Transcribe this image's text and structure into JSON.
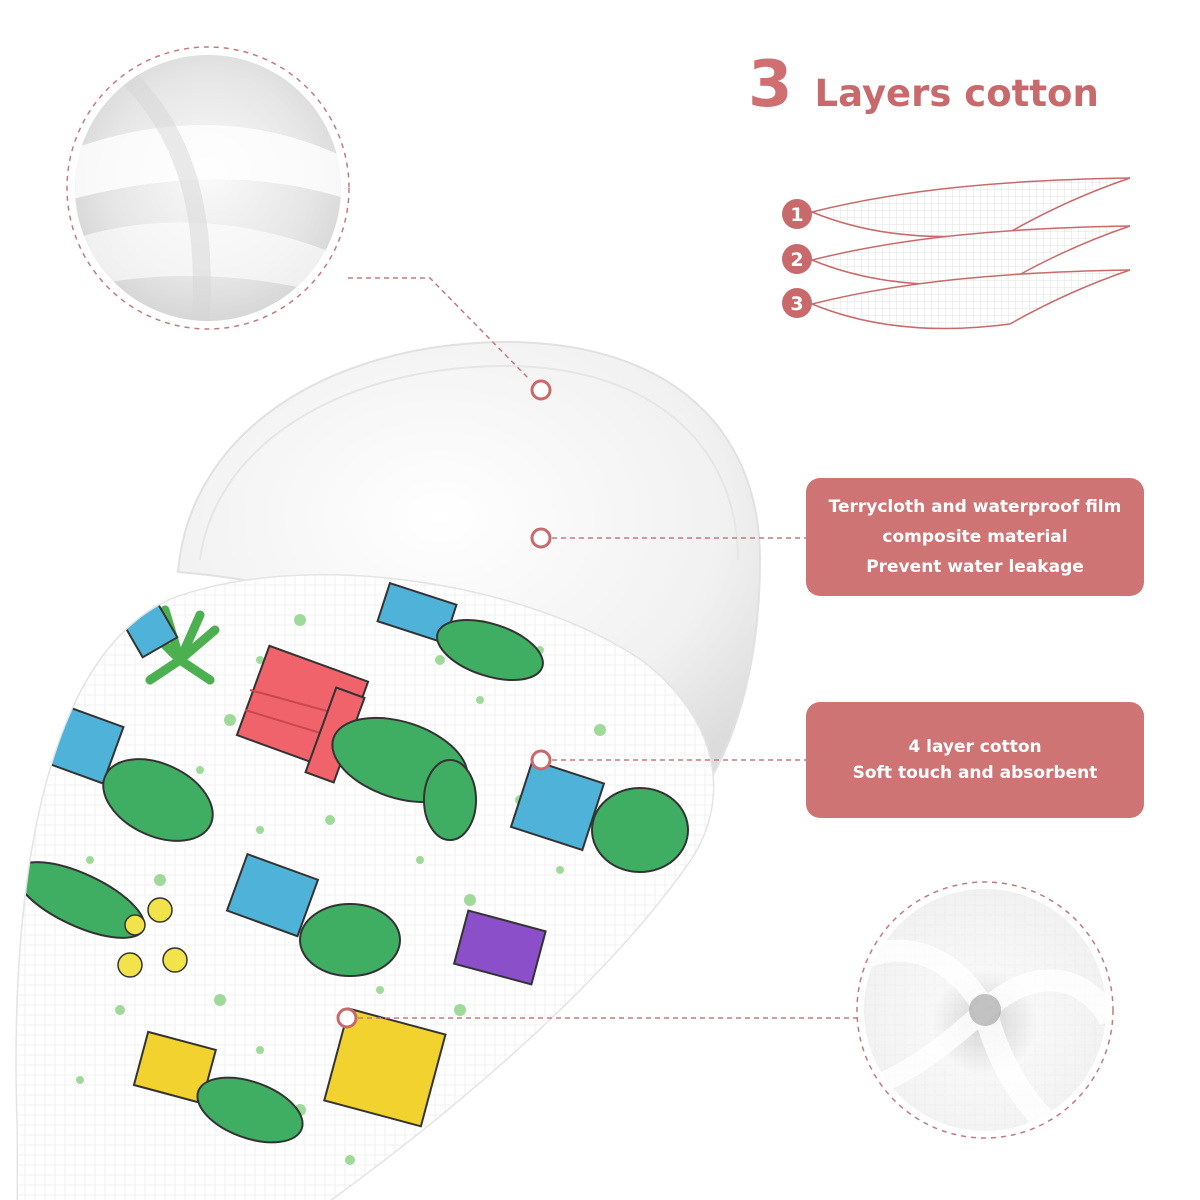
{
  "headline": {
    "number": "3",
    "text": "Layers cotton"
  },
  "layers": {
    "markers": [
      "1",
      "2",
      "3"
    ]
  },
  "callouts": [
    {
      "lines": [
        "Terrycloth and waterproof film",
        "composite material",
        "Prevent water leakage"
      ]
    },
    {
      "lines": [
        "4 layer cotton",
        "Soft touch and absorbent"
      ]
    }
  ],
  "colors": {
    "accent": "#cf7474",
    "marker": "#c86a6c",
    "dashed_line": "#c47a7c",
    "terry": "#f2f2f2",
    "cactus_green": "#3fae63",
    "pot_blue": "#4fb3d9",
    "pot_red": "#f0636a",
    "pot_yellow": "#f2d22e",
    "pot_purple": "#8a4fc9"
  }
}
